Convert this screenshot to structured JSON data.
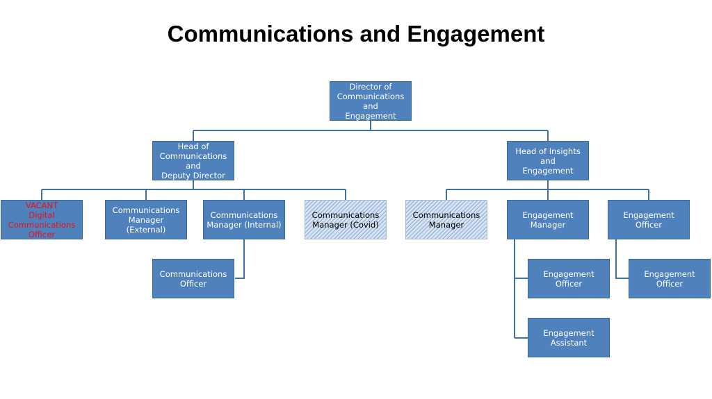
{
  "title": "Communications and Engagement",
  "colors": {
    "box_fill": "#4f81bd",
    "connector": "#3f6fa8",
    "vacant_text": "#e8101a",
    "hatched_fill": "#d6e2f1"
  },
  "nodes": {
    "director": "Director of\nCommunications and\nEngagement",
    "head_comms": "Head of\nCommunications and\nDeputy Director",
    "head_insights": "Head of Insights and\nEngagement",
    "vacant_digital": "VACANT\nDigital\nCommunications\nOfficer",
    "comms_mgr_external": "Communications\nManager (External)",
    "comms_mgr_internal": "Communications\nManager (Internal)",
    "comms_mgr_covid": "Communications\nManager (Covid)",
    "comms_mgr": "Communications\nManager",
    "engagement_mgr": "Engagement Manager",
    "engagement_officer_top": "Engagement Officer",
    "comms_officer": "Communications\nOfficer",
    "engagement_officer_1": "Engagement Officer",
    "engagement_officer_2": "Engagement Officer",
    "engagement_assistant": "Engagement Assistant"
  }
}
